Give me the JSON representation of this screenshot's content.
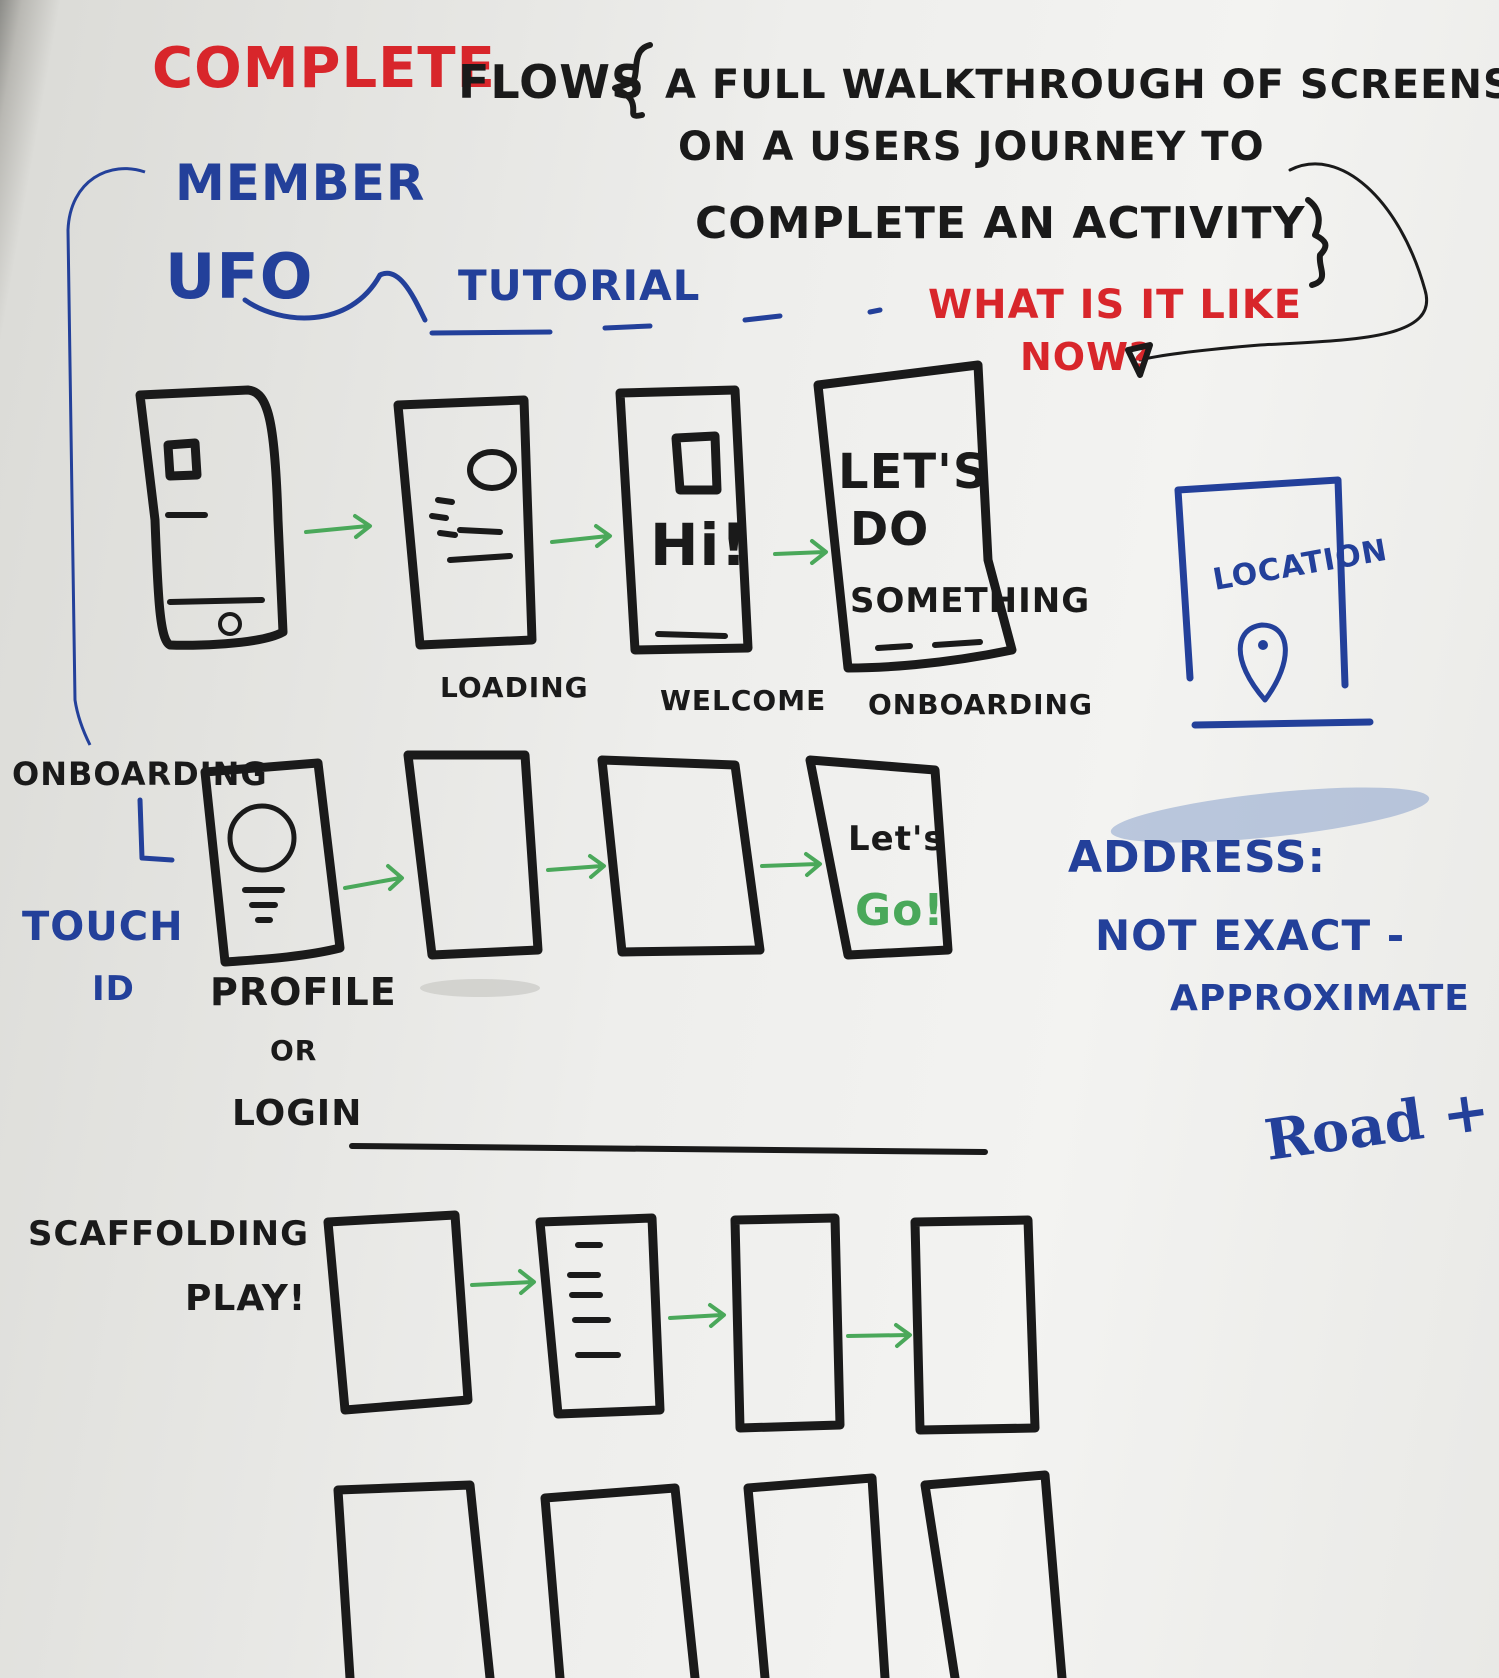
{
  "header": {
    "title_red": "COMPLETE",
    "title_black": "FLOWS",
    "definition_line1": "A FULL WALKTHROUGH OF SCREENS",
    "definition_line2": "ON A USERS JOURNEY TO",
    "definition_line3": "COMPLETE AN ACTIVITY",
    "question": "WHAT IS IT LIKE",
    "question_line2": "NOW?"
  },
  "left_notes": {
    "member_line1": "MEMBER",
    "member_line2": "UFO",
    "tutorial": "TUTORIAL",
    "onboarding": "ONBOARDING",
    "touch_line1": "TOUCH",
    "touch_line2": "ID"
  },
  "row1": {
    "screens": [
      {
        "caption": "",
        "text": ""
      },
      {
        "caption": "LOADING",
        "text": ""
      },
      {
        "caption": "WELCOME",
        "text": "Hi!"
      },
      {
        "caption": "ONBOARDING",
        "text_line1": "LET'S",
        "text_line2": "DO",
        "text_line3": "SOMETHING"
      }
    ]
  },
  "row2": {
    "profile_caption_line1": "PROFILE",
    "profile_caption_line2": "OR",
    "profile_caption_line3": "LOGIN",
    "last_screen_line1": "Let's",
    "last_screen_line2": "Go!"
  },
  "right_notes": {
    "location_label": "LOCATION",
    "address_label": "ADDRESS:",
    "address_line2": "NOT EXACT -",
    "address_line3": "APPROXIMATE",
    "road_label": "Road + Z"
  },
  "scaffolding": {
    "label_line1": "SCAFFOLDING",
    "label_line2": "PLAY!"
  },
  "colors": {
    "black_marker": "#1a1a1a",
    "red_marker": "#d8262b",
    "blue_marker": "#23409a",
    "green_marker": "#4aa85a"
  }
}
